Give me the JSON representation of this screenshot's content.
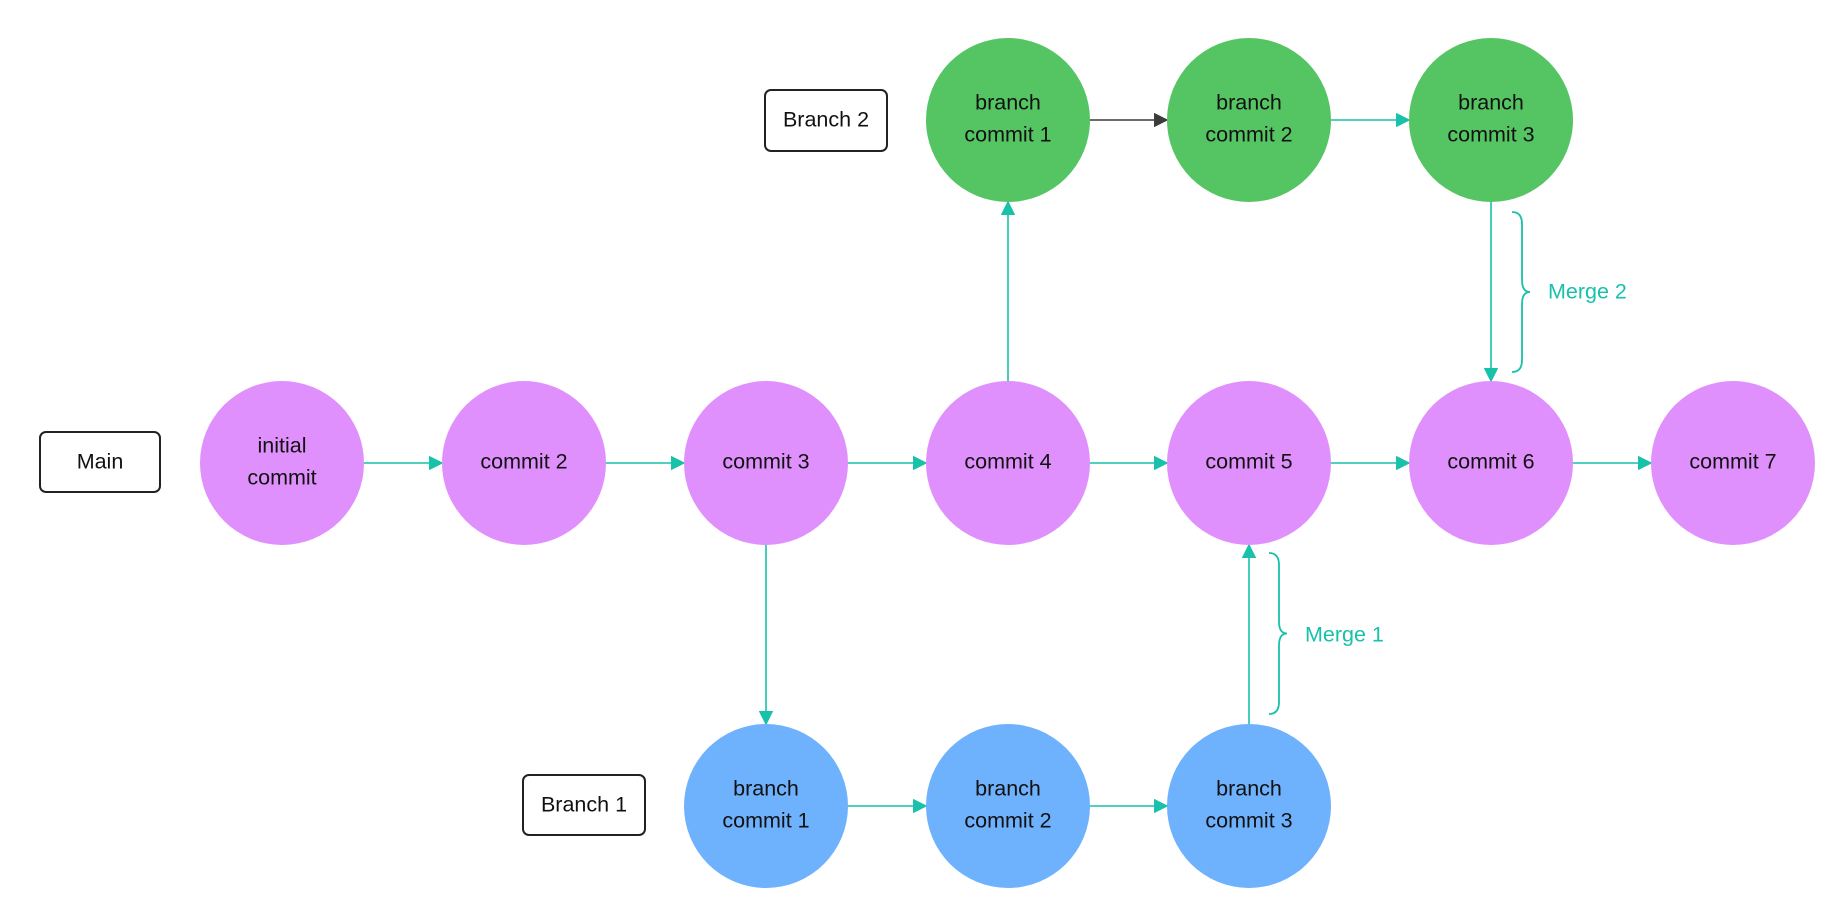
{
  "colors": {
    "main": "#e090fc",
    "branch1": "#6eb1fc",
    "branch2": "#55c563",
    "arrow": "#17c1aa",
    "arrow_dark": "#3b3b3b",
    "label_border": "#222222",
    "merge_text": "#17c1aa"
  },
  "labels": {
    "main": "Main",
    "branch1": "Branch 1",
    "branch2": "Branch 2"
  },
  "main_commits": [
    {
      "lines": [
        "initial",
        "commit"
      ]
    },
    {
      "lines": [
        "commit 2"
      ]
    },
    {
      "lines": [
        "commit 3"
      ]
    },
    {
      "lines": [
        "commit 4"
      ]
    },
    {
      "lines": [
        "commit 5"
      ]
    },
    {
      "lines": [
        "commit 6"
      ]
    },
    {
      "lines": [
        "commit 7"
      ]
    }
  ],
  "branch1_commits": [
    {
      "lines": [
        "branch",
        "commit 1"
      ]
    },
    {
      "lines": [
        "branch",
        "commit 2"
      ]
    },
    {
      "lines": [
        "branch",
        "commit 3"
      ]
    }
  ],
  "branch2_commits": [
    {
      "lines": [
        "branch",
        "commit 1"
      ]
    },
    {
      "lines": [
        "branch",
        "commit 2"
      ]
    },
    {
      "lines": [
        "branch",
        "commit 3"
      ]
    }
  ],
  "merges": {
    "merge1": "Merge 1",
    "merge2": "Merge 2"
  }
}
